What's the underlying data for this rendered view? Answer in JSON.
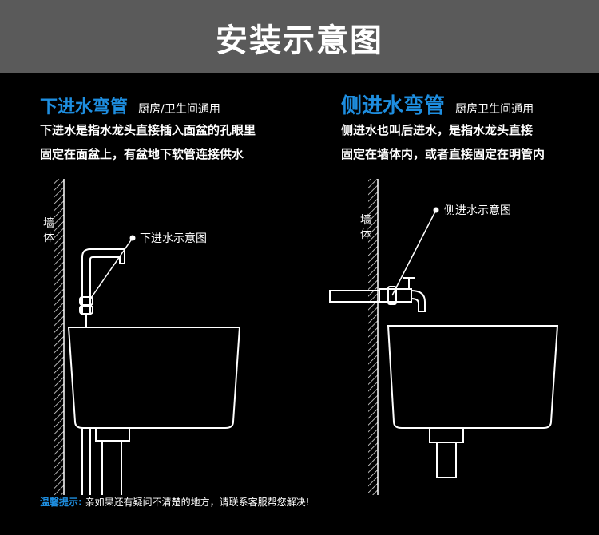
{
  "title": "安装示意图",
  "left": {
    "heading": "下进水弯管",
    "subheading": "厨房/卫生间通用",
    "desc_line1": "下进水是指水龙头直接插入面盆的孔眼里",
    "desc_line2": "固定在面盆上，有盆地下软管连接供水",
    "wall_label_1": "墙",
    "wall_label_2": "体",
    "callout": "下进水示意图"
  },
  "right": {
    "heading": "侧进水弯管",
    "subheading": "厨房卫生间通用",
    "desc_line1": "侧进水也叫后进水，是指水龙头直接",
    "desc_line2": "固定在墙体内，或者直接固定在明管内",
    "wall_label_1": "墙",
    "wall_label_2": "体",
    "callout": "侧进水示意图"
  },
  "footer": {
    "label": "温馨提示:",
    "text": "亲如果还有疑问不清楚的地方，请联系客服帮您解决!"
  },
  "colors": {
    "header_bg": "#5a5a5a",
    "accent_blue": "#1e8ee0",
    "background": "#000000",
    "line": "#ffffff"
  }
}
